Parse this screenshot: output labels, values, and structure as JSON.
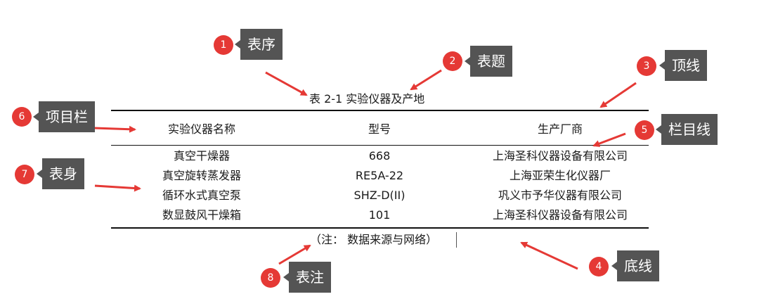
{
  "table": {
    "caption": "表 2-1  实验仪器及产地",
    "headers": [
      "实验仪器名称",
      "型号",
      "生产厂商"
    ],
    "rows": [
      [
        "真空干燥器",
        "668",
        "上海圣科仪器设备有限公司"
      ],
      [
        "真空旋转蒸发器",
        "RE5A-22",
        "上海亚荣生化仪器厂"
      ],
      [
        "循环水式真空泵",
        "SHZ-D(II)",
        "巩义市予华仪器有限公司"
      ],
      [
        "数显鼓风干燥箱",
        "101",
        "上海圣科仪器设备有限公司"
      ]
    ],
    "note": "（注：  数据来源与网络）"
  },
  "callouts": [
    {
      "num": "1",
      "label": "表序"
    },
    {
      "num": "2",
      "label": "表题"
    },
    {
      "num": "3",
      "label": "顶线"
    },
    {
      "num": "4",
      "label": "底线"
    },
    {
      "num": "5",
      "label": "栏目线"
    },
    {
      "num": "6",
      "label": "项目栏"
    },
    {
      "num": "7",
      "label": "表身"
    },
    {
      "num": "8",
      "label": "表注"
    }
  ],
  "colors": {
    "badge": "#e53935",
    "tag_bg": "#545454",
    "arrow": "#e53935",
    "rule": "#111111"
  }
}
